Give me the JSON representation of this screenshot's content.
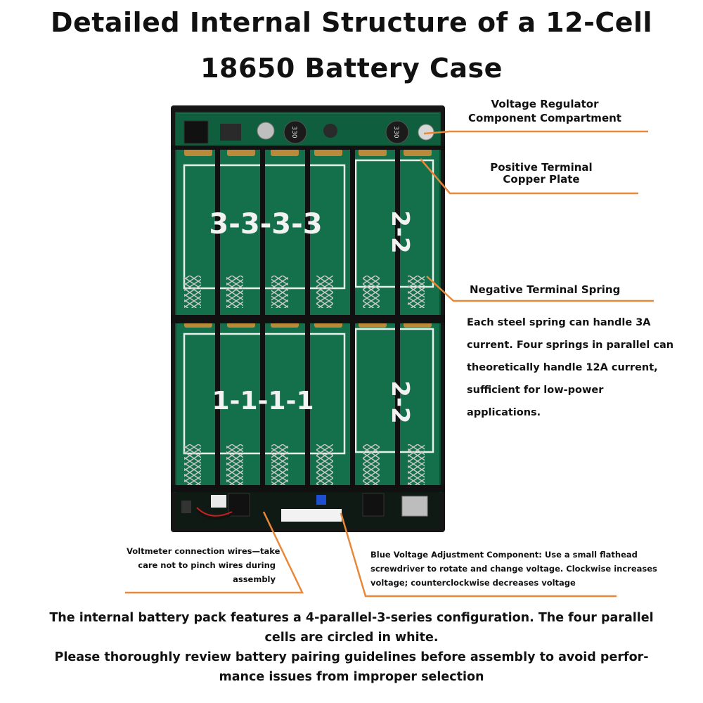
{
  "title": {
    "line1": "Detailed Internal Structure of a 12-Cell",
    "line2": "18650 Battery Case"
  },
  "board": {
    "top_numbers": "3-3-3-3",
    "bottom_numbers": "1-1-1-1",
    "side_number_top": "2-2",
    "side_number_bottom": "2-2",
    "inductor_marking": "330"
  },
  "callouts": {
    "voltage_regulator": {
      "line1": "Voltage Regulator",
      "line2": "Component Compartment"
    },
    "positive_terminal": {
      "line1": "Positive Terminal",
      "line2": "Copper Plate"
    },
    "negative_spring": "Negative Terminal Spring",
    "spring_description": [
      "Each steel spring can handle 3A",
      "current. Four springs in parallel can",
      "theoretically handle 12A current,",
      "sufficient for low-power",
      "applications."
    ],
    "voltmeter_wires": [
      "Voltmeter connection wires—take",
      "care not to pinch wires during",
      "assembly"
    ],
    "blue_adjustment": [
      "Blue Voltage Adjustment Component: Use a small flathead",
      "screwdriver to rotate and change voltage. Clockwise increases",
      "voltage; counterclockwise decreases voltage"
    ]
  },
  "footer": [
    "The internal battery pack features a 4-parallel-3-series configuration. The four parallel",
    "cells are circled in white.",
    "Please thoroughly review battery pairing guidelines before assembly to avoid perfor-",
    "mance issues from improper selection"
  ],
  "colors": {
    "callout_line": "#e8883a",
    "pcb_green": "#14704a",
    "case_black": "#161616"
  }
}
